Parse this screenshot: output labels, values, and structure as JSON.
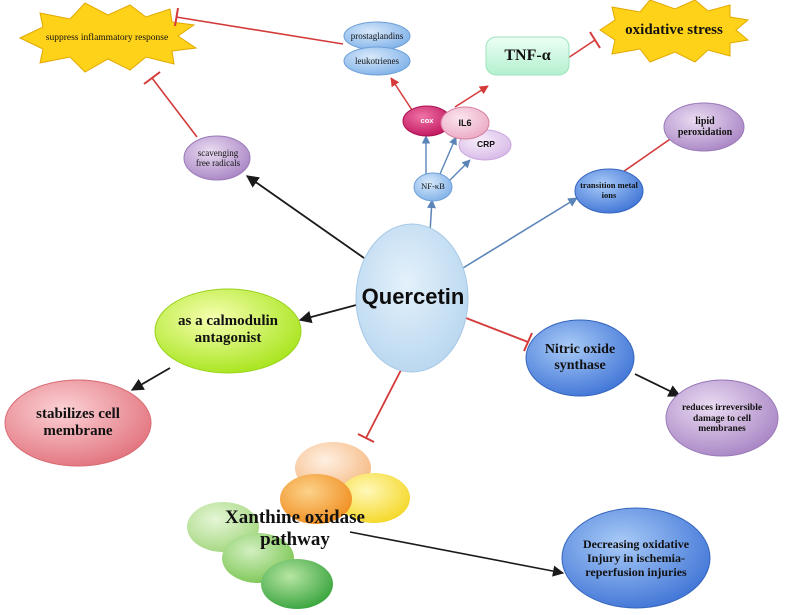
{
  "nodes": {
    "quercetin": "Quercetin",
    "suppress": "suppress inflammatory response",
    "oxidative_stress": "oxidative stress",
    "prostaglandins": "prostaglandins",
    "leukotrienes": "leukotrienes",
    "tnf": "TNF-α",
    "cox": "cox",
    "il6": "IL6",
    "crp": "CRP",
    "nfkb": "NF-κB",
    "scavenging": "scavenging free radicals",
    "lipid": "lipid peroxidation",
    "transition": "transition metal ions",
    "calmodulin": "as a calmodulin antagonist",
    "stabilizes": "stabilizes cell membrane",
    "nitric": "Nitric oxide synthase",
    "reduces": "reduces irreversible damage to cell membranes",
    "xanthine": "Xanthine oxidase pathway",
    "decreasing": "Decreasing oxidative Injury in ischemia-reperfusion injuries"
  },
  "colors": {
    "activation_arrow": "#1a1a1a",
    "inhibition_line": "#d43a3a",
    "nfkb_arrow": "#5b84b8",
    "quercetin_fill": "#c9e1f4",
    "burst_fill": "#ffd21a"
  }
}
